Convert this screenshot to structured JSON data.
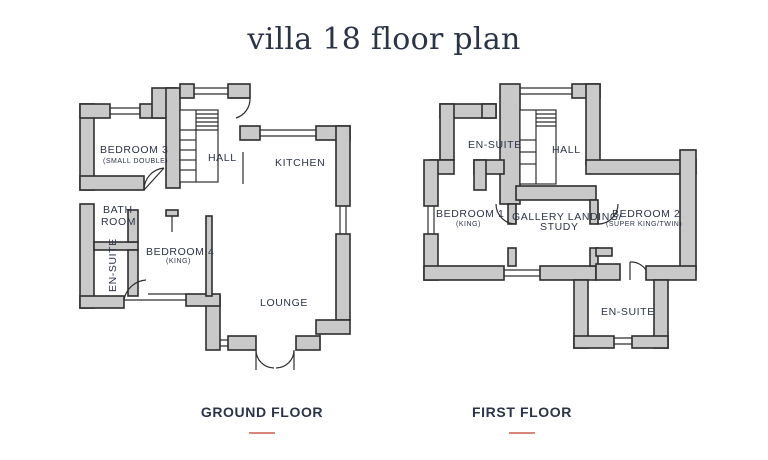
{
  "title": "villa 18 floor plan",
  "ground_floor": {
    "label": "GROUND FLOOR",
    "rooms": {
      "bedroom3": "BEDROOM 3",
      "bedroom3_sub": "(SMALL DOUBLE)",
      "hall": "HALL",
      "kitchen": "KITCHEN",
      "bath_line1": "BATH",
      "bath_line2": "ROOM",
      "bedroom4": "BEDROOM 4",
      "bedroom4_sub": "(KING)",
      "ensuite": "EN-SUITE",
      "lounge": "LOUNGE"
    }
  },
  "first_floor": {
    "label": "FIRST FLOOR",
    "rooms": {
      "ensuite_top": "EN-SUITE",
      "hall": "HALL",
      "bedroom1": "BEDROOM 1",
      "bedroom1_sub": "(KING)",
      "gallery_line1": "GALLERY LANDING/",
      "gallery_line2": "STUDY",
      "bedroom2": "BEDROOM 2",
      "bedroom2_sub": "(SUPER KING/TWIN)",
      "ensuite_bottom": "EN-SUITE"
    }
  },
  "colors": {
    "text": "#2b3346",
    "wall_fill": "#c9c9c9",
    "accent_underline": "#d9857a"
  }
}
